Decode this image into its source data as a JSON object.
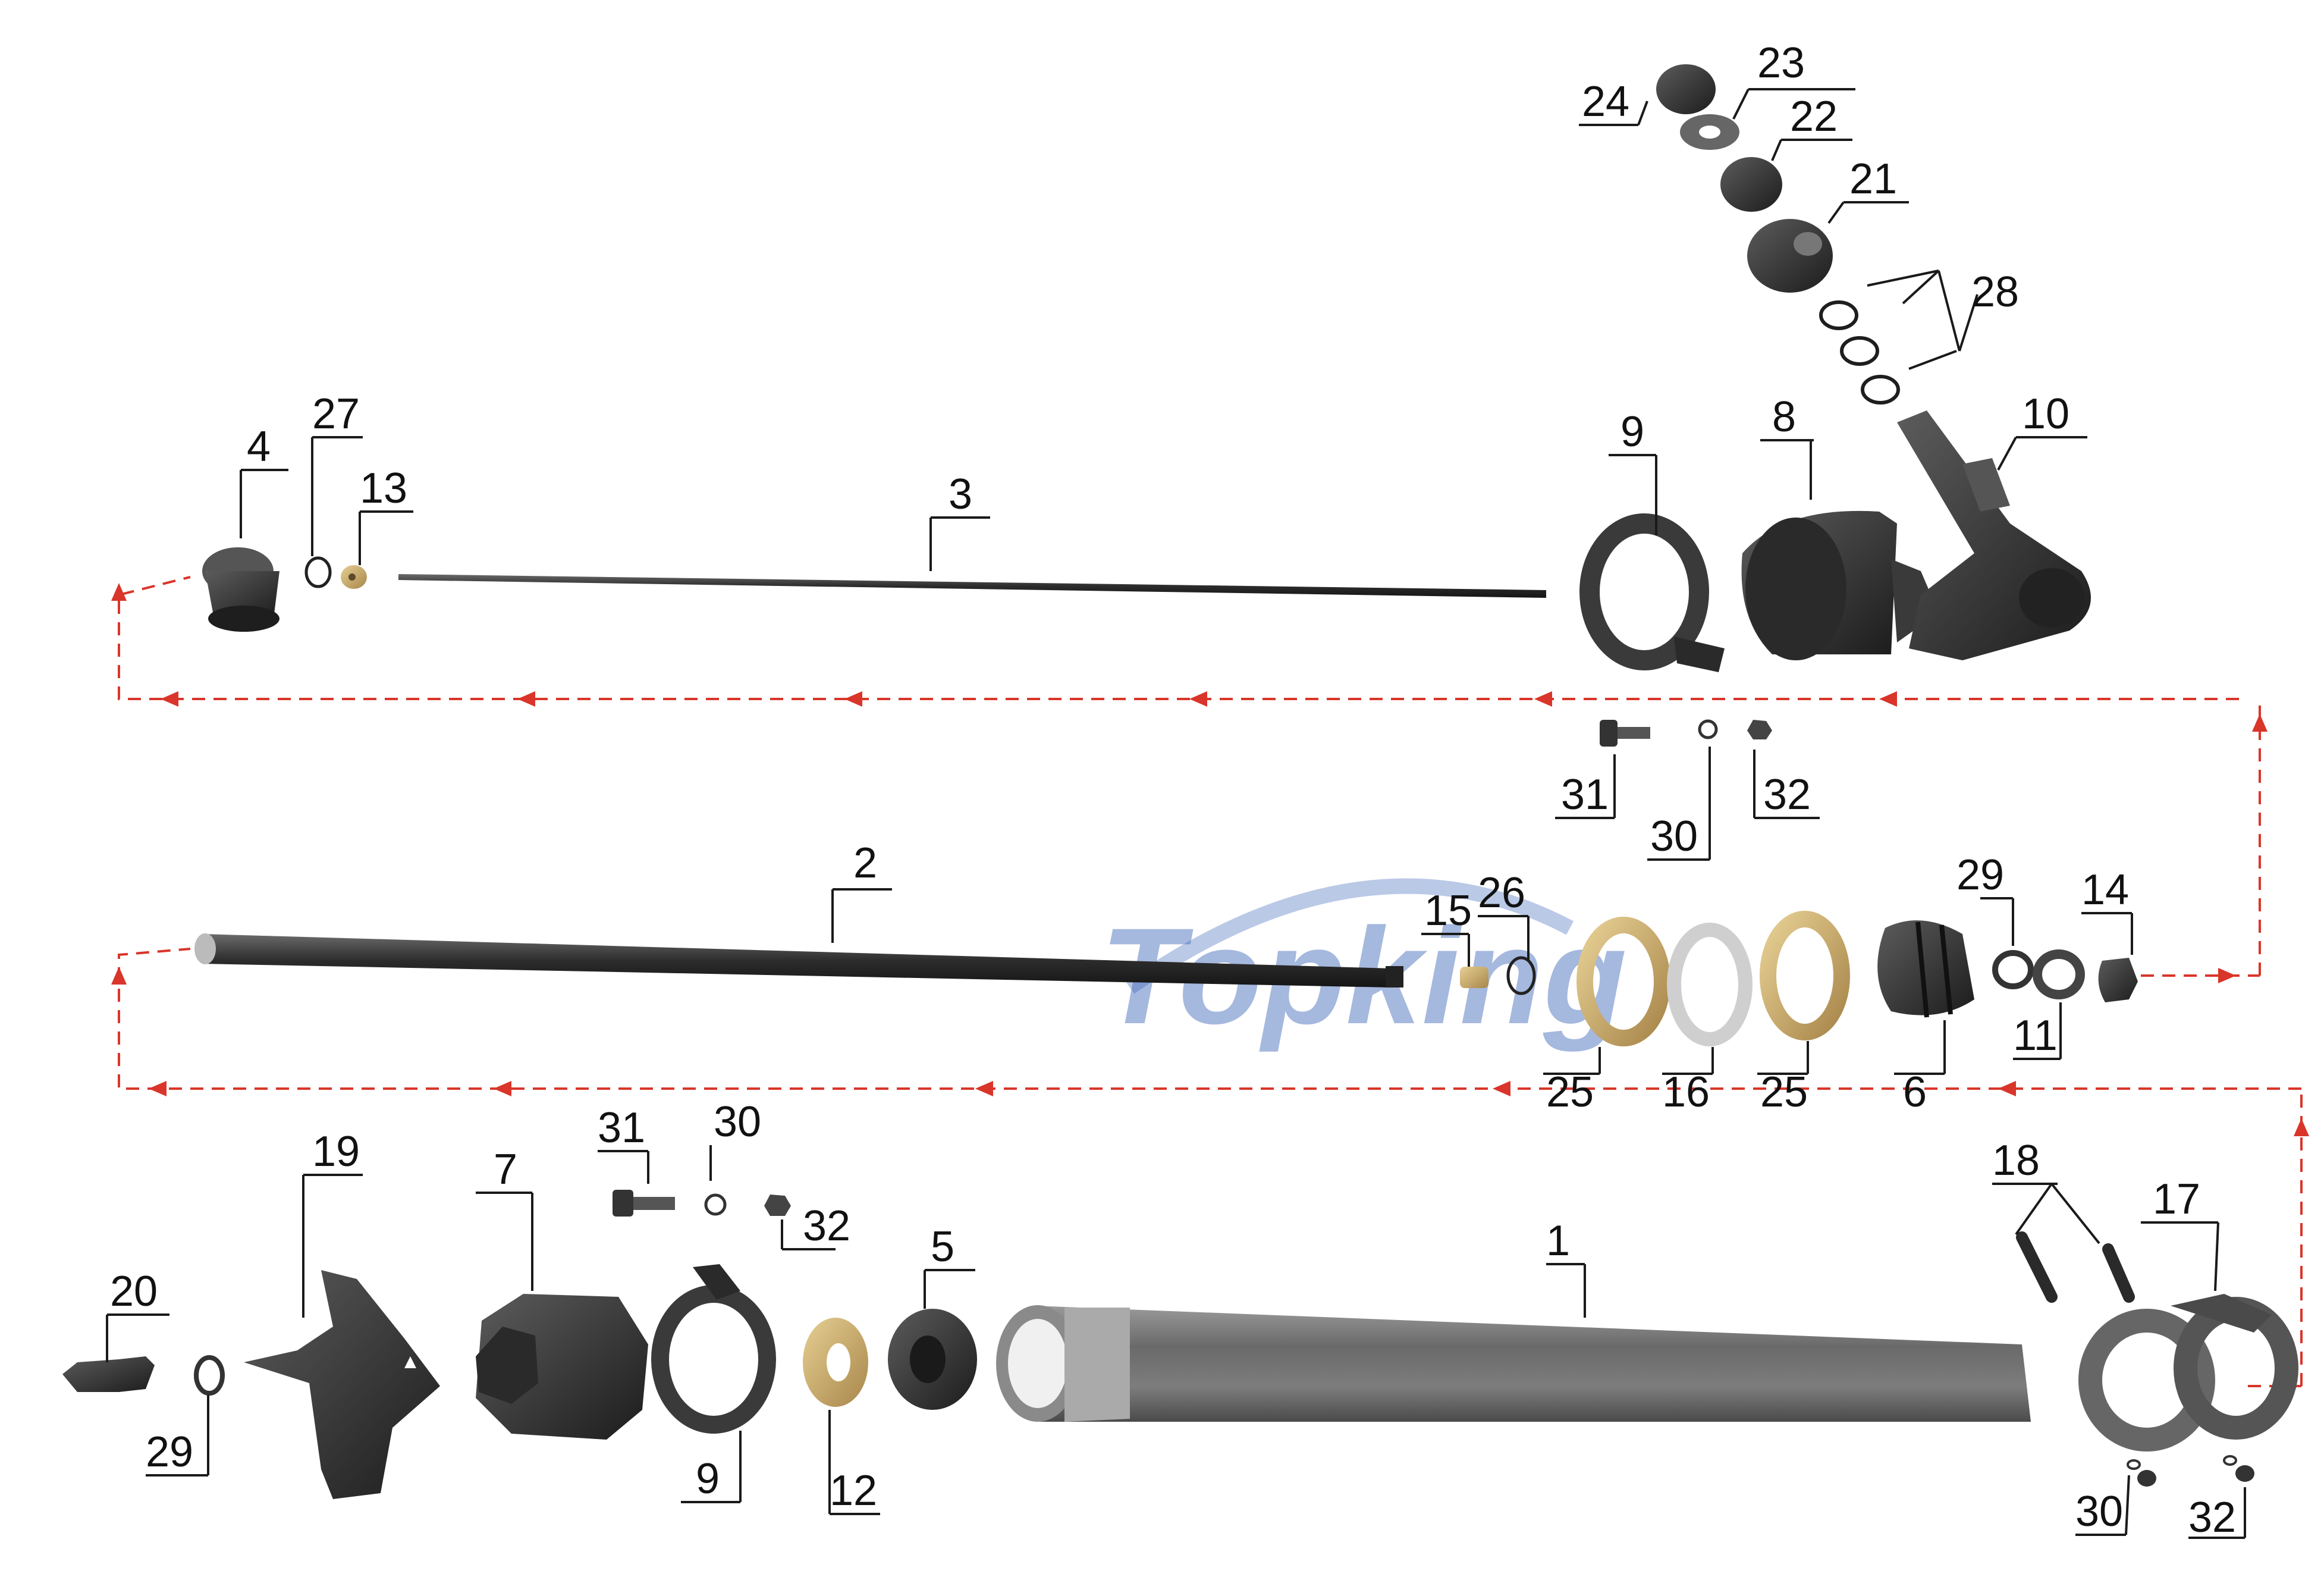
{
  "watermark": {
    "text": "Topking",
    "color": "#3a63b8"
  },
  "flow_arrow_color": "#d9352a",
  "parts": [
    {
      "id": "1"
    },
    {
      "id": "2"
    },
    {
      "id": "3"
    },
    {
      "id": "4"
    },
    {
      "id": "5"
    },
    {
      "id": "6"
    },
    {
      "id": "7"
    },
    {
      "id": "8"
    },
    {
      "id": "9"
    },
    {
      "id": "10"
    },
    {
      "id": "11"
    },
    {
      "id": "12"
    },
    {
      "id": "13"
    },
    {
      "id": "14"
    },
    {
      "id": "15"
    },
    {
      "id": "16"
    },
    {
      "id": "17"
    },
    {
      "id": "18"
    },
    {
      "id": "19"
    },
    {
      "id": "20"
    },
    {
      "id": "21"
    },
    {
      "id": "22"
    },
    {
      "id": "23"
    },
    {
      "id": "24"
    },
    {
      "id": "25"
    },
    {
      "id": "26"
    },
    {
      "id": "27"
    },
    {
      "id": "28"
    },
    {
      "id": "29"
    },
    {
      "id": "30"
    },
    {
      "id": "31"
    },
    {
      "id": "32"
    }
  ]
}
